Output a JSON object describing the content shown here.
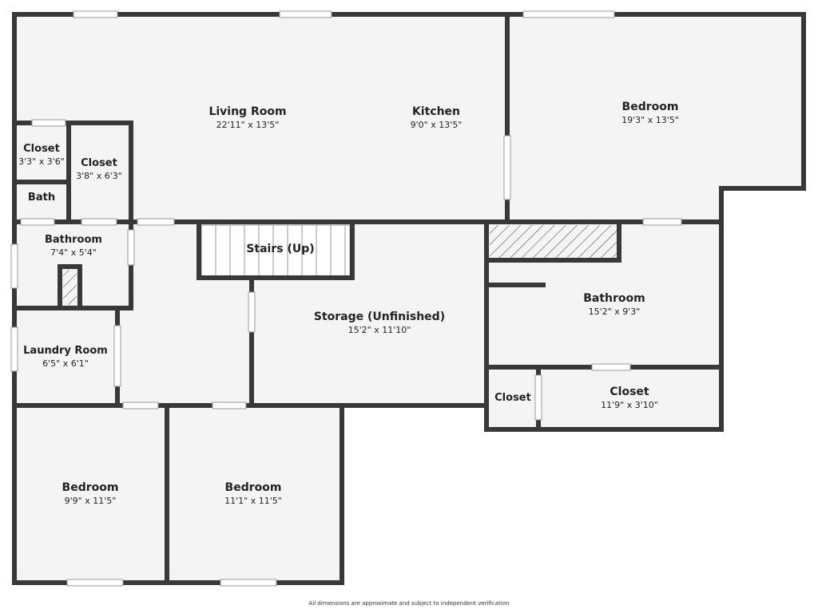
{
  "colors": {
    "wall": "#383838",
    "floor": "#f4f4f4",
    "background": "#ffffff",
    "opening": "#ffffff",
    "hatch": "#555555"
  },
  "rooms": {
    "living_room": {
      "name": "Living Room",
      "dims": "22'11\" x 13'5\""
    },
    "kitchen": {
      "name": "Kitchen",
      "dims": "9'0\" x 13'5\""
    },
    "bedroom_top_right": {
      "name": "Bedroom",
      "dims": "19'3\" x 13'5\""
    },
    "closet_small": {
      "name": "Closet",
      "dims": "3'3\" x 3'6\""
    },
    "closet_mid": {
      "name": "Closet",
      "dims": "3'8\" x 6'3\""
    },
    "bath": {
      "name": "Bath"
    },
    "bathroom_left": {
      "name": "Bathroom",
      "dims": "7'4\" x 5'4\""
    },
    "stairs": {
      "name": "Stairs (Up)"
    },
    "storage": {
      "name": "Storage (Unfinished)",
      "dims": "15'2\" x 11'10\""
    },
    "bathroom_right": {
      "name": "Bathroom",
      "dims": "15'2\" x 9'3\""
    },
    "laundry": {
      "name": "Laundry Room",
      "dims": "6'5\" x 6'1\""
    },
    "closet_right_small": {
      "name": "Closet"
    },
    "closet_right": {
      "name": "Closet",
      "dims": "11'9\" x 3'10\""
    },
    "bedroom_bottom_left": {
      "name": "Bedroom",
      "dims": "9'9\" x 11'5\""
    },
    "bedroom_bottom_mid": {
      "name": "Bedroom",
      "dims": "11'1\" x 11'5\""
    }
  },
  "footer": "All dimensions are approximate and subject to independent verification"
}
